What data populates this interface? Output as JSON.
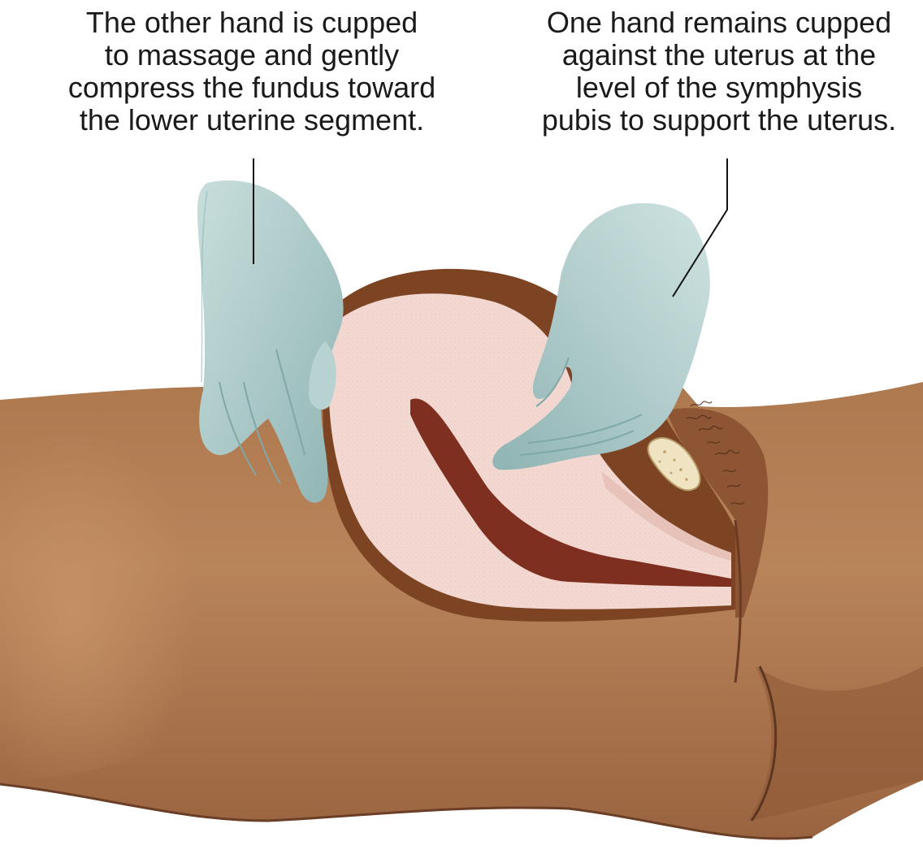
{
  "figure": {
    "caption_left": {
      "lines": [
        "The other hand is cupped",
        "to massage and gently",
        "compress the fundus toward",
        "the lower uterine segment."
      ]
    },
    "caption_right": {
      "lines": [
        "One hand remains cupped",
        "against the uterus at the",
        "level of the symphysis",
        "pubis to support the uterus."
      ]
    },
    "colors": {
      "skin": "#b07a4f",
      "skin_dark": "#7a4a2c",
      "uterus_wall": "#f2d6d0",
      "uterine_cavity": "#8b3a2a",
      "glove": "#a9c9c8",
      "glove_shade": "#7fa8a7",
      "bone": "#efe3c2",
      "leader_line": "#111111"
    },
    "icons": [
      "gloved-hand",
      "uterus-cross-section",
      "symphysis-pubis-bone"
    ]
  }
}
